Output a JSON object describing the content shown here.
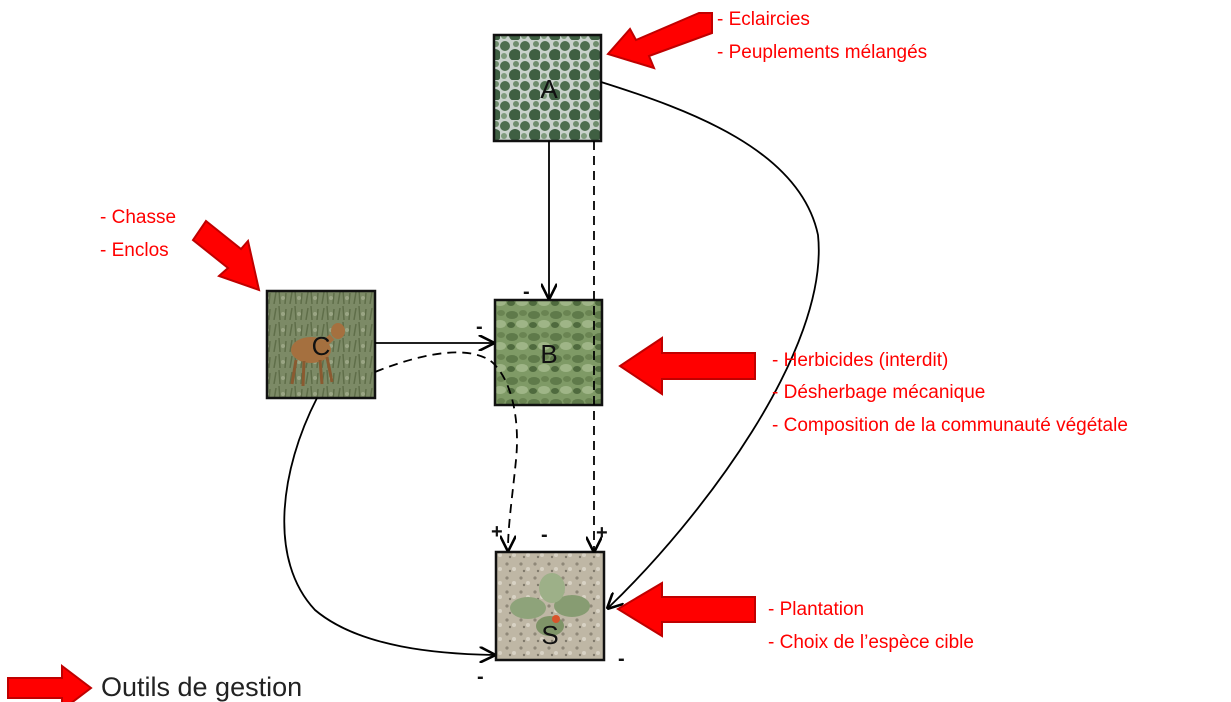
{
  "nodes": {
    "A": {
      "label": "A",
      "depicts": "canopy"
    },
    "B": {
      "label": "B",
      "depicts": "understory-vegetation"
    },
    "C": {
      "label": "C",
      "depicts": "deer"
    },
    "S": {
      "label": "S",
      "depicts": "seedling"
    }
  },
  "management_tools": {
    "canopy": [
      "- Eclaircies",
      "- Peuplements mélangés"
    ],
    "deer": [
      "- Chasse",
      "- Enclos"
    ],
    "vegetation": [
      "- Herbicides (interdit)",
      "- Désherbage  mécanique",
      "- Composition de la communauté végétale"
    ],
    "seedling": [
      "- Plantation",
      "- Choix de l’espèce cible"
    ]
  },
  "signs": {
    "a_to_b": "-",
    "c_to_b": "-",
    "b_to_s_dashed": "+",
    "b_to_s_center": "-",
    "a_to_s_dashed": "+",
    "a_to_s_curve": "-",
    "c_to_s": "-"
  },
  "legend": {
    "label": "Outils de gestion",
    "icon": "red-arrow-icon"
  },
  "colors": {
    "tool_text": "#ff0000",
    "arrow_fill": "#ff0000",
    "arrow_stroke": "#c00000",
    "edges": "#000000"
  }
}
